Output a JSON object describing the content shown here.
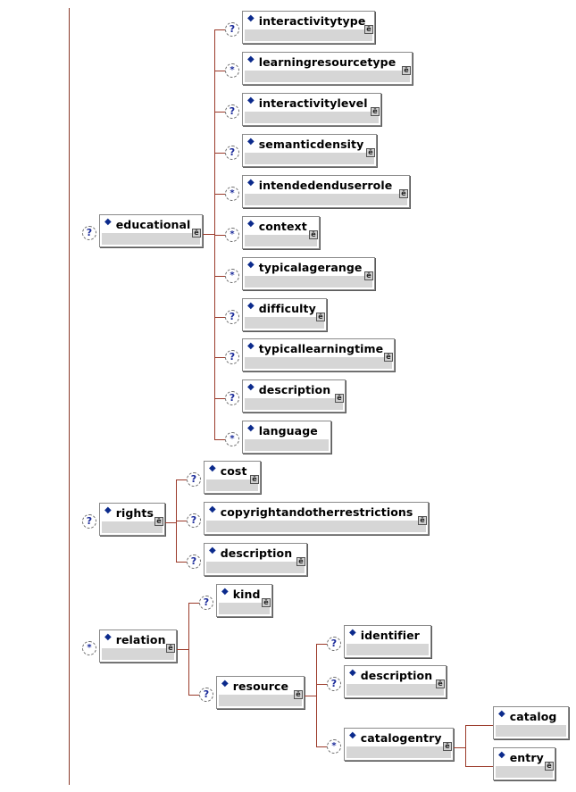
{
  "diagram": {
    "type": "xml-schema-tree",
    "legend": {
      "optional_symbol": "?",
      "repeating_symbol": "*",
      "expand_symbol": "ẽ",
      "element_marker": "◆"
    },
    "colors": {
      "connector": "#9b3a2a",
      "marker": "#0b2a8c",
      "node_body": "#d6d6d6"
    },
    "nodes": {
      "educational": {
        "label": "educational",
        "cardinality": "?",
        "expandable": true
      },
      "interactivitytype": {
        "label": "interactivitytype",
        "cardinality": "?",
        "expandable": true
      },
      "learningresourcetype": {
        "label": "learningresourcetype",
        "cardinality": "*",
        "expandable": true
      },
      "interactivitylevel": {
        "label": "interactivitylevel",
        "cardinality": "?",
        "expandable": true
      },
      "semanticdensity": {
        "label": "semanticdensity",
        "cardinality": "?",
        "expandable": true
      },
      "intendedenduserrole": {
        "label": "intendedenduserrole",
        "cardinality": "*",
        "expandable": true
      },
      "context": {
        "label": "context",
        "cardinality": "*",
        "expandable": true
      },
      "typicalagerange": {
        "label": "typicalagerange",
        "cardinality": "*",
        "expandable": true
      },
      "difficulty": {
        "label": "difficulty",
        "cardinality": "?",
        "expandable": true
      },
      "typicallearningtime": {
        "label": "typicallearningtime",
        "cardinality": "?",
        "expandable": true
      },
      "edu_description": {
        "label": "description",
        "cardinality": "?",
        "expandable": true
      },
      "language": {
        "label": "language",
        "cardinality": "*",
        "expandable": false
      },
      "rights": {
        "label": "rights",
        "cardinality": "?",
        "expandable": true
      },
      "cost": {
        "label": "cost",
        "cardinality": "?",
        "expandable": true
      },
      "copyrightandotherrestrictions": {
        "label": "copyrightandotherrestrictions",
        "cardinality": "?",
        "expandable": true
      },
      "rights_description": {
        "label": "description",
        "cardinality": "?",
        "expandable": true
      },
      "relation": {
        "label": "relation",
        "cardinality": "*",
        "expandable": true
      },
      "kind": {
        "label": "kind",
        "cardinality": "?",
        "expandable": true
      },
      "resource": {
        "label": "resource",
        "cardinality": "?",
        "expandable": true
      },
      "identifier": {
        "label": "identifier",
        "cardinality": "?",
        "expandable": false
      },
      "res_description": {
        "label": "description",
        "cardinality": "?",
        "expandable": true
      },
      "catalogentry": {
        "label": "catalogentry",
        "cardinality": "*",
        "expandable": true
      },
      "catalog": {
        "label": "catalog",
        "cardinality": "",
        "expandable": false
      },
      "entry": {
        "label": "entry",
        "cardinality": "",
        "expandable": true
      }
    }
  }
}
